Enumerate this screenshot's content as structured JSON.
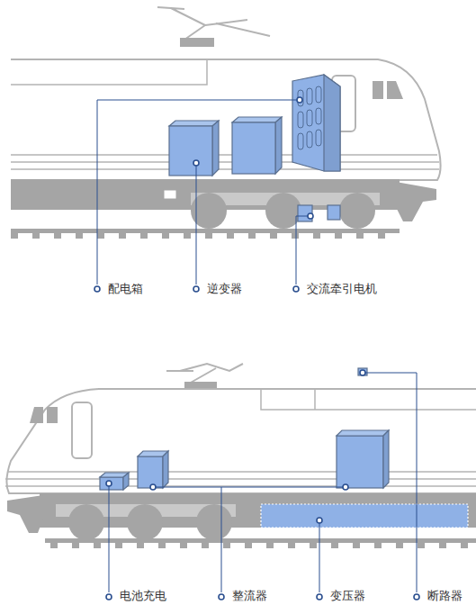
{
  "diagram": {
    "labels": [
      "配电箱",
      "逆变器",
      "交流牵引电机",
      "电池充电",
      "整流器",
      "变压器",
      "断路器"
    ]
  }
}
